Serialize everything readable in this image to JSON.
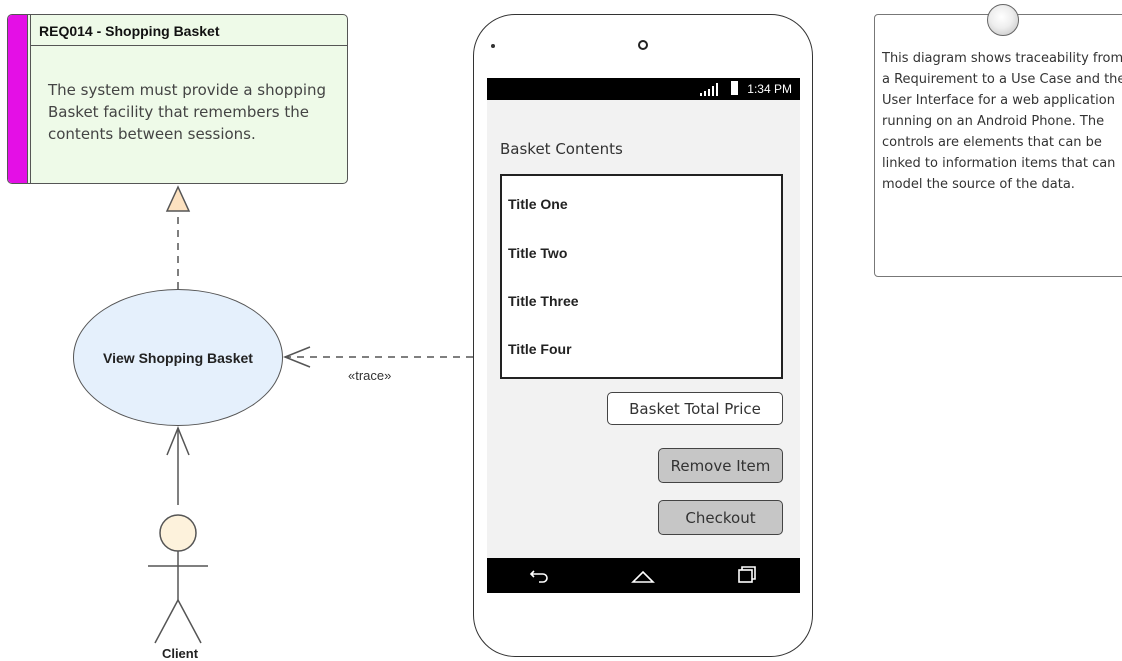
{
  "requirement": {
    "title": "REQ014 - Shopping Basket",
    "description": "The system must provide a shopping Basket facility that remembers the contents between sessions."
  },
  "use_case": {
    "label": "View Shopping Basket"
  },
  "actor": {
    "label": "Client"
  },
  "connector": {
    "trace_label": "«trace»"
  },
  "phone": {
    "status_time": "1:34 PM",
    "heading": "Basket Contents",
    "items": [
      "Title One",
      "Title Two",
      "Title Three",
      "Title Four"
    ],
    "total_field": "Basket Total Price",
    "remove_button": "Remove Item",
    "checkout_button": "Checkout"
  },
  "note": {
    "text": "This diagram shows traceability from a Requirement to a Use Case and the User Interface for a web application running on an Android Phone. The controls are elements that can be linked to information items that can model the source of the data."
  },
  "colors": {
    "requirement_stripe": "#e40fe6",
    "requirement_fill": "#eefae8",
    "use_case_fill": "#e5f0fc",
    "actor_fill": "#fdf2dc",
    "button_fill": "#c6c6c6"
  }
}
